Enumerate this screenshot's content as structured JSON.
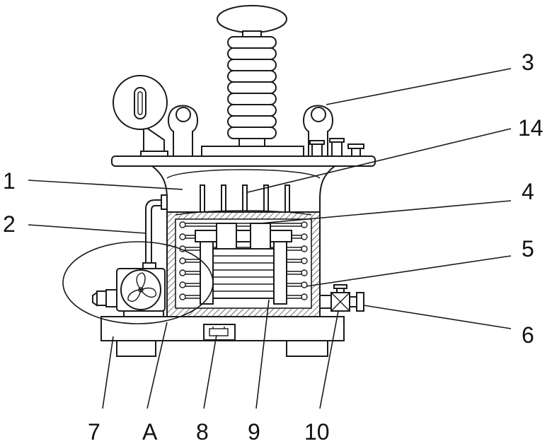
{
  "figure": {
    "labels": {
      "l1": "1",
      "l2": "2",
      "l3": "3",
      "l4": "4",
      "l5": "5",
      "l6": "6",
      "l7": "7",
      "lA": "A",
      "l8": "8",
      "l9": "9",
      "l10": "10",
      "l14": "14"
    }
  }
}
